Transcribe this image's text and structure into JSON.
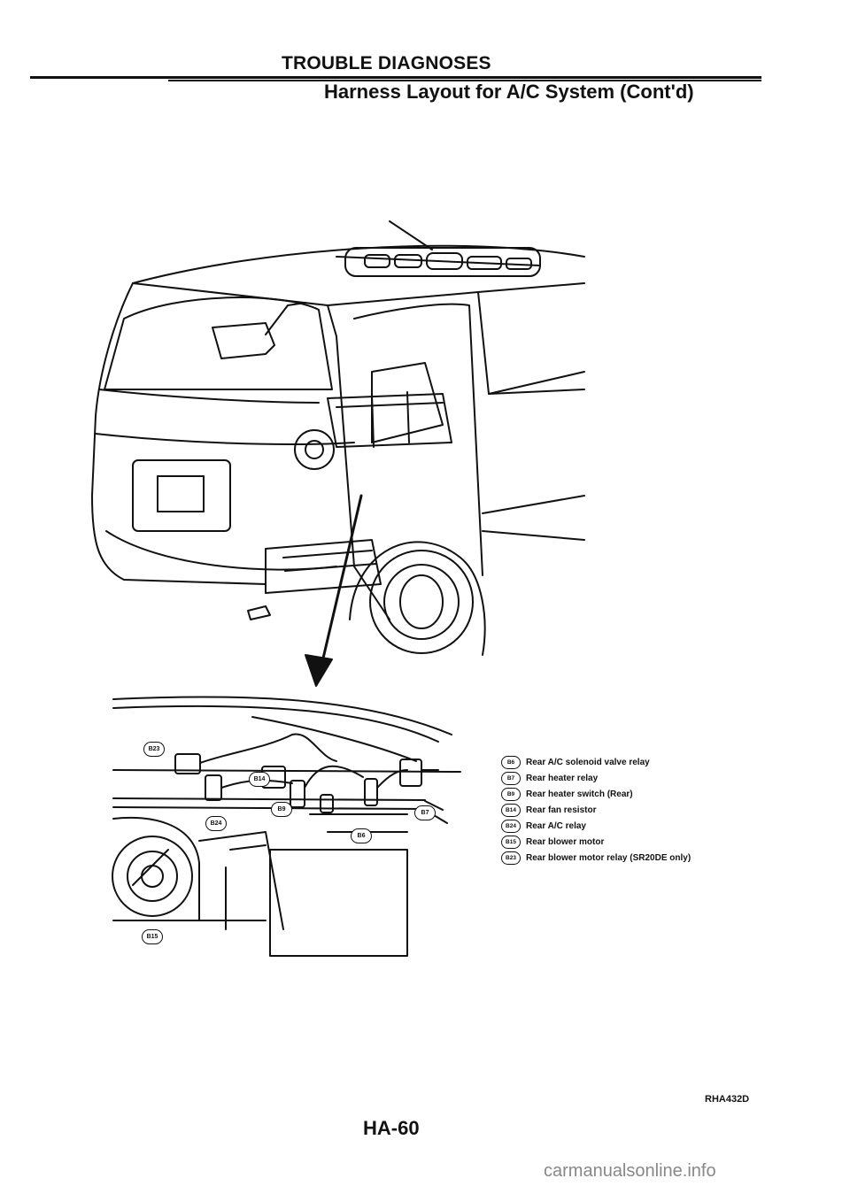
{
  "header": {
    "title": "TROUBLE DIAGNOSES",
    "subtitle": "Harness Layout for A/C System (Cont'd)"
  },
  "diagram": {
    "callouts": [
      "B23",
      "B14",
      "B24",
      "B9",
      "B6",
      "B7",
      "B15"
    ]
  },
  "legend": [
    {
      "code": "B6",
      "label": "Rear A/C solenoid valve relay"
    },
    {
      "code": "B7",
      "label": "Rear heater relay"
    },
    {
      "code": "B9",
      "label": "Rear heater switch (Rear)"
    },
    {
      "code": "B14",
      "label": "Rear fan resistor"
    },
    {
      "code": "B24",
      "label": "Rear A/C relay"
    },
    {
      "code": "B15",
      "label": "Rear blower motor"
    },
    {
      "code": "B23",
      "label": "Rear blower motor relay (SR20DE only)"
    }
  ],
  "footer": {
    "figure_code": "RHA432D",
    "page_number": "HA-60",
    "watermark": "carmanualsonline.info"
  }
}
